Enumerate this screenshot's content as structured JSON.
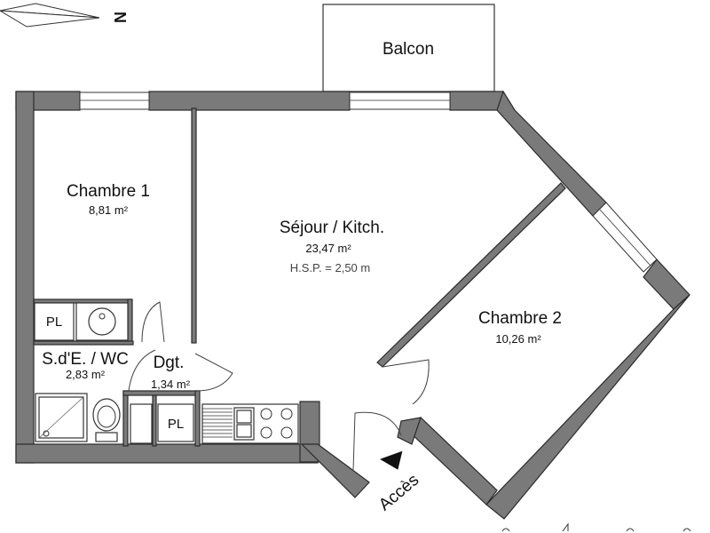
{
  "north_label": "N",
  "rooms": {
    "balcon": {
      "name": "Balcon"
    },
    "chambre1": {
      "name": "Chambre 1",
      "area": "8,81 m²"
    },
    "sejour": {
      "name": "Séjour / Kitch.",
      "area": "23,47 m²",
      "hsp": "H.S.P. = 2,50 m"
    },
    "chambre2": {
      "name": "Chambre 2",
      "area": "10,26 m²"
    },
    "sde": {
      "name": "S.d'E. / WC",
      "area": "2,83 m²"
    },
    "dgt": {
      "name": "Dgt.",
      "area": "1,34 m²"
    }
  },
  "placards": [
    "PL",
    "PL"
  ],
  "access_label": "Accès",
  "colors": {
    "wall": "#7a7a7a",
    "line": "#2b2b2b",
    "background": "#ffffff"
  }
}
